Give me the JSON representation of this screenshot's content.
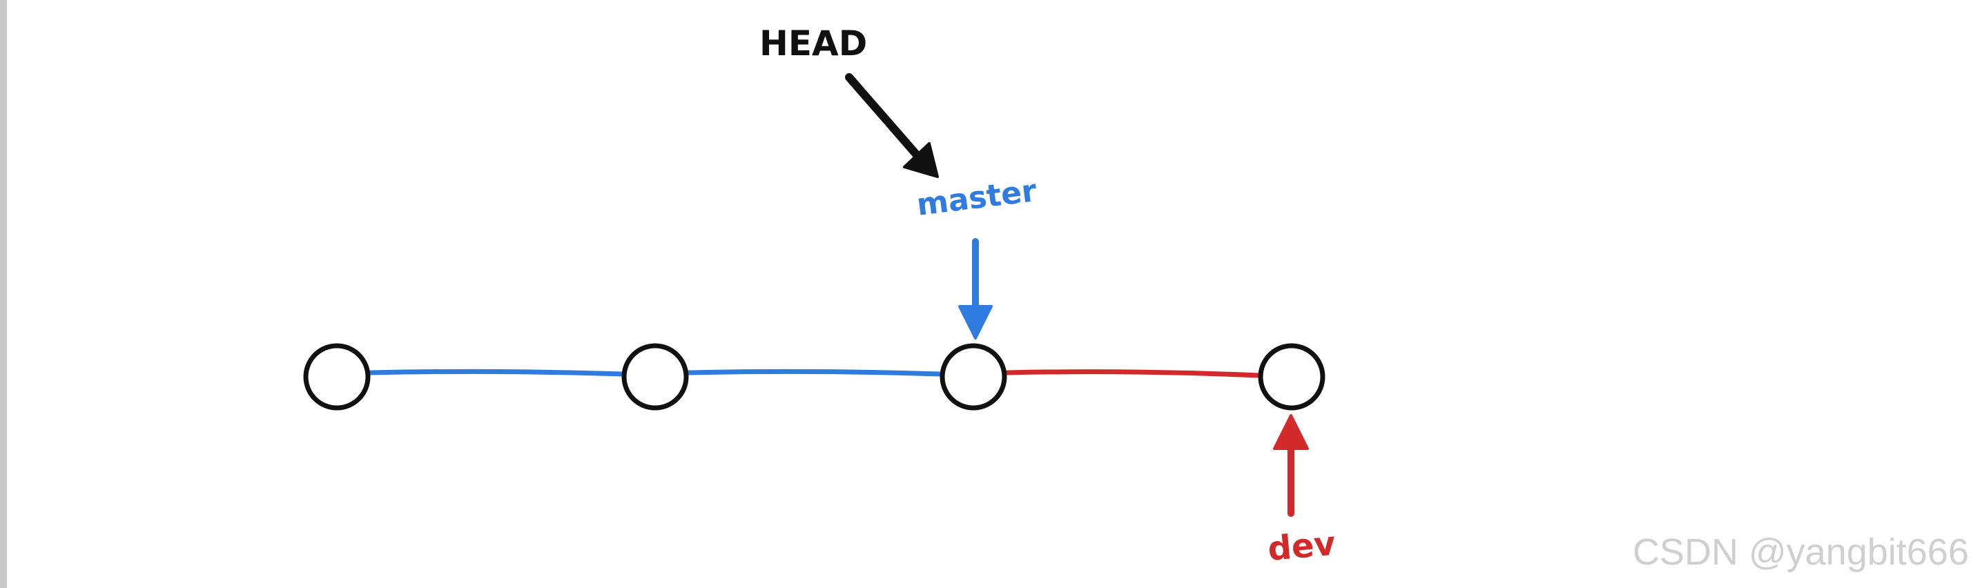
{
  "labels": {
    "head": "HEAD",
    "master": "master",
    "dev": "dev"
  },
  "watermark": "CSDN @yangbit666",
  "colors": {
    "head": "#111111",
    "master": "#2f7be0",
    "dev": "#d22a2a",
    "commit_stroke": "#111111",
    "watermark": "#cfcfcf",
    "left_border": "#c8c8c8"
  },
  "commits": 4
}
